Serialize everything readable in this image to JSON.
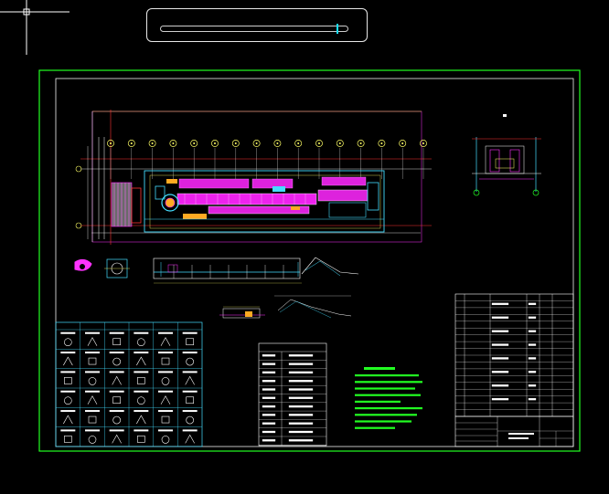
{
  "colors": {
    "background": "#000000",
    "sheet_border": "#22ff22",
    "frame": "#f2f2f2",
    "building": "#ff22ff",
    "outline": "#44ddff",
    "annotation": "#ffff33",
    "notes": "#22ff22",
    "grid_bubble": "#ffff66",
    "accent_red": "#ff3333"
  },
  "icons": {
    "crosshair": "crosshair-cursor-icon",
    "command": "command-line-input"
  },
  "grid_axes": [
    "1",
    "2",
    "3",
    "4",
    "5",
    "6",
    "7",
    "8",
    "9",
    "10",
    "11",
    "12",
    "13",
    "14",
    "15",
    "16"
  ],
  "bom_rows": 12,
  "legend_rows": 6,
  "legend_cols": 6
}
